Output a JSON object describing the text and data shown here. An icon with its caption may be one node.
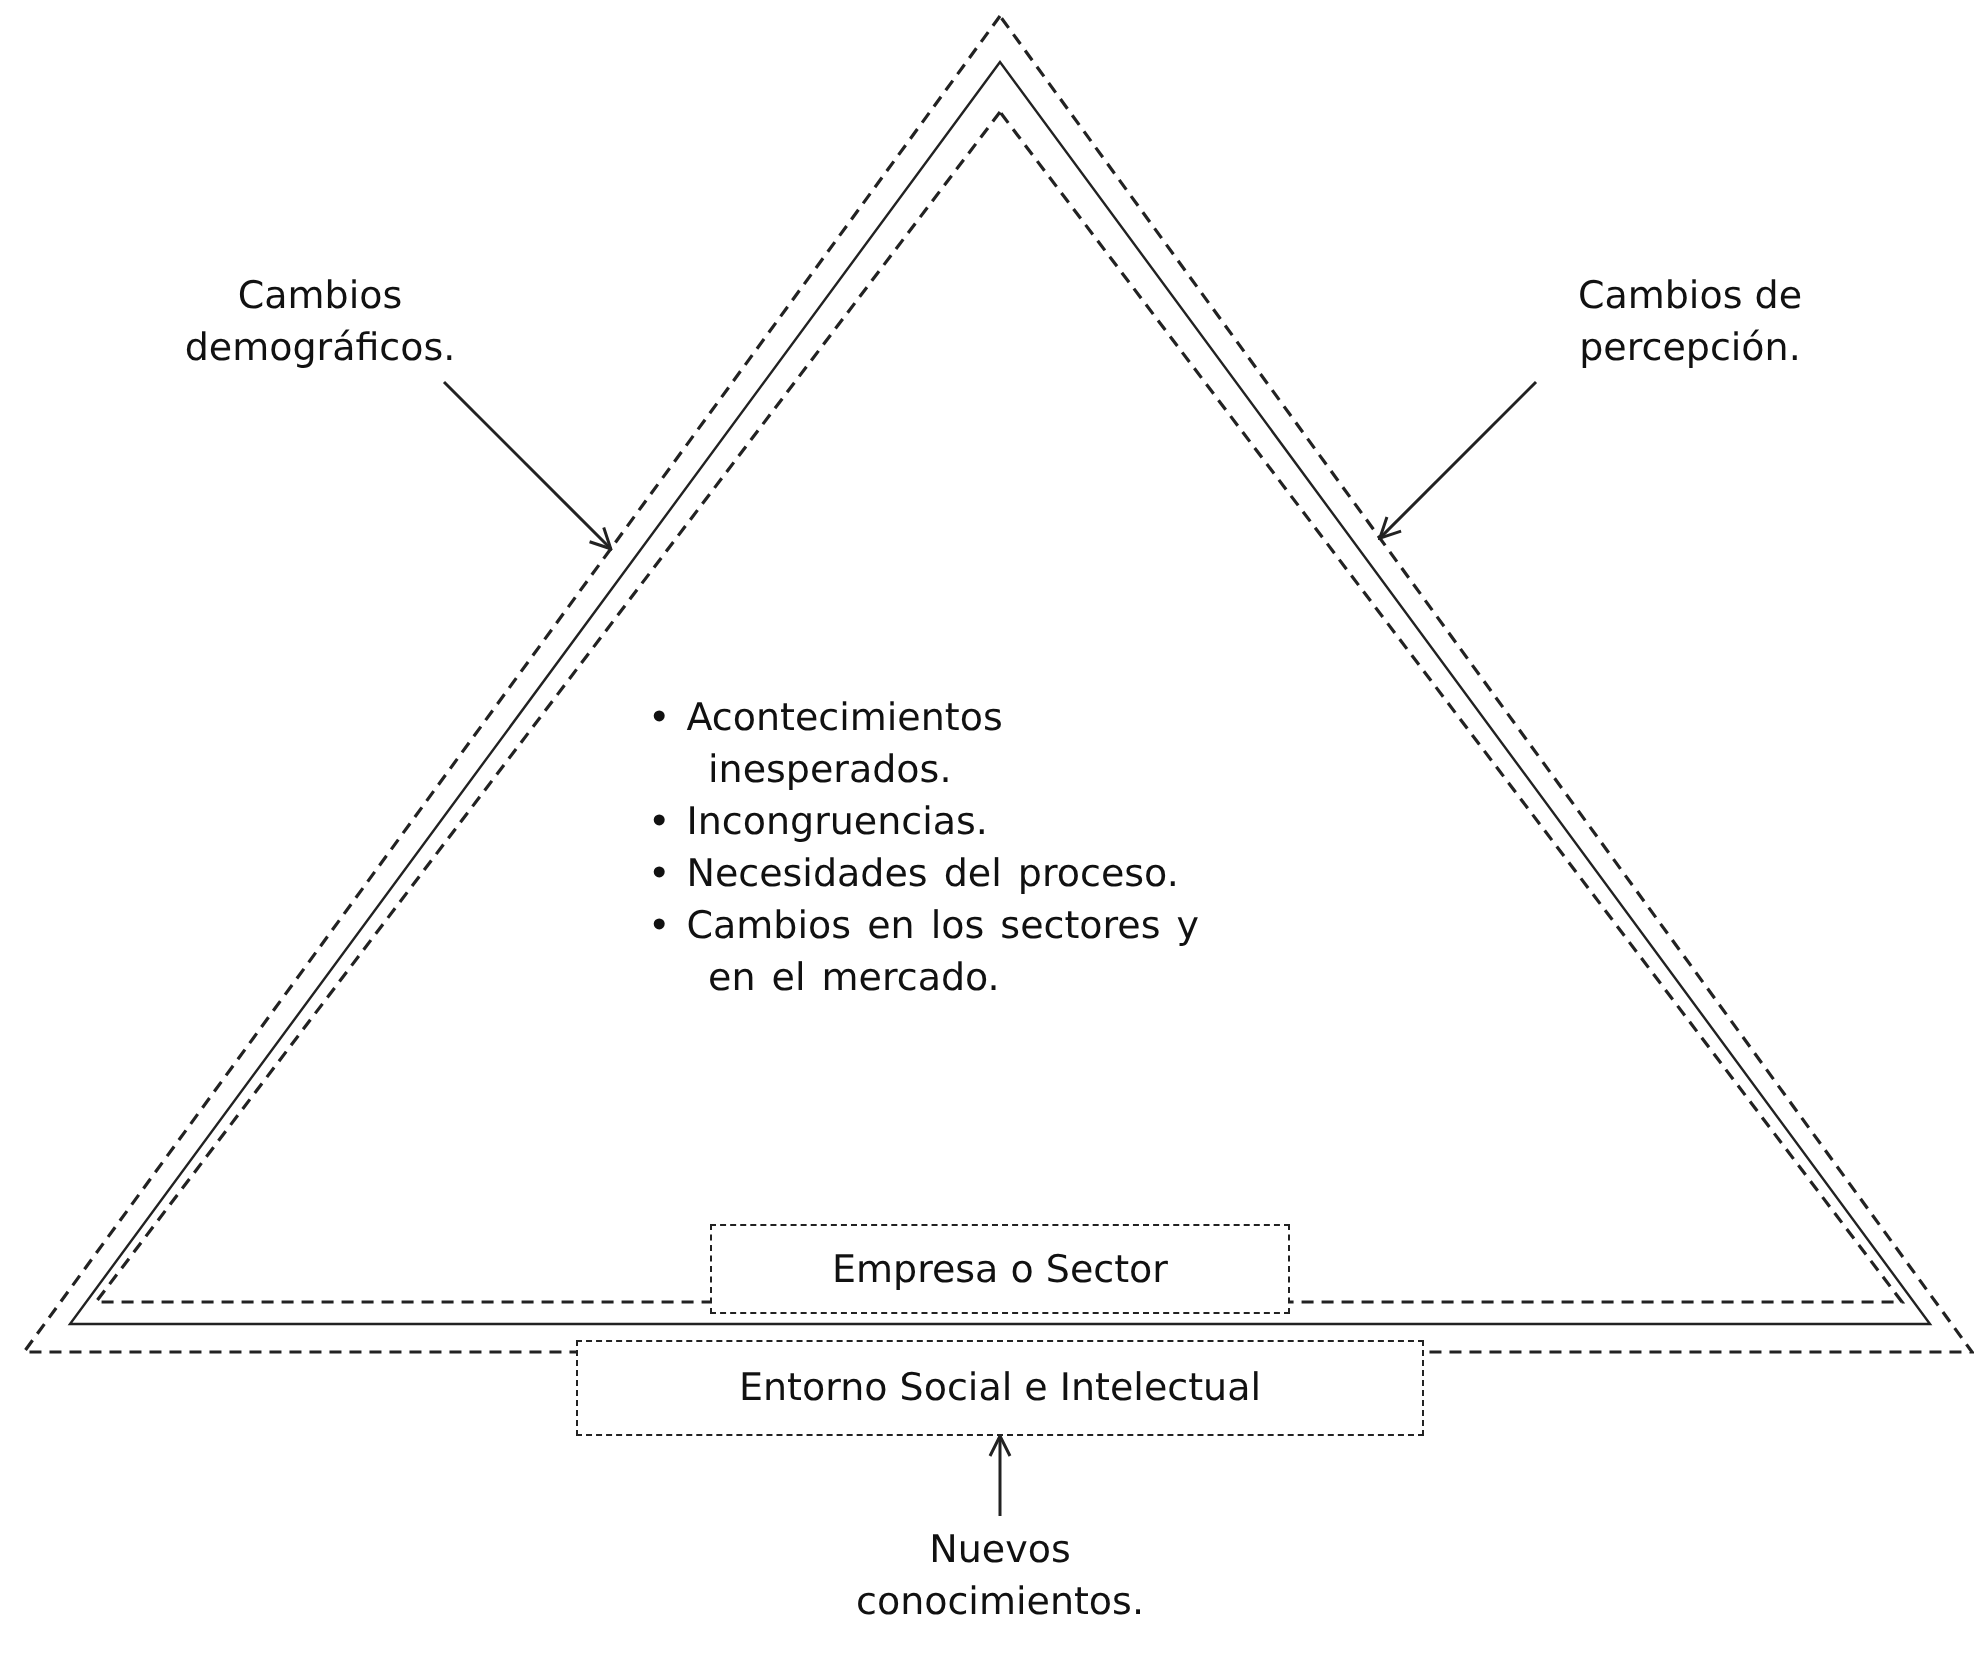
{
  "diagram": {
    "nodes": [
      {
        "text": [
          "Entorno Social e Intelectual"
        ]
      },
      {
        "text": [],
        "shape": "triangle",
        "in": 0
      },
      {
        "text": [
          "• Acontecimientos inesperados.",
          "• Incongruencias.",
          "• Necesidades del proceso.",
          "• Cambios en los sectores y en el mercado.",
          "Empresa o Sector"
        ],
        "in": 1
      },
      {
        "text": [
          "Cambios demográficos."
        ]
      },
      {
        "text": [
          "Cambios de percepción."
        ]
      },
      {
        "text": [
          "Nuevos conocimientos."
        ]
      }
    ],
    "edges": [
      {
        "from": 3,
        "to": 0,
        "arrow": "to"
      },
      {
        "from": 4,
        "to": 0,
        "arrow": "to"
      },
      {
        "from": 5,
        "to": 0,
        "arrow": "to"
      }
    ]
  }
}
